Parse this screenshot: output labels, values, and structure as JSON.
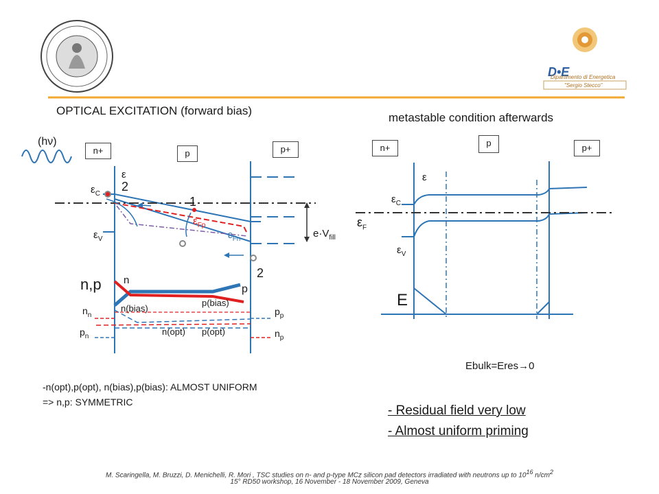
{
  "header": {
    "left_title": "OPTICAL EXCITATION",
    "left_title_paren": "(forward bias)",
    "right_title": "metastable condition afterwards",
    "logo_right_line1": "Dipartimento di Energetica",
    "logo_right_line2": "\"Sergio Stecco\"",
    "logo_right_mark": "D•E"
  },
  "left_diagram": {
    "photon": "(hν)",
    "regions": [
      "n+",
      "p",
      "p+"
    ],
    "eps": "ε",
    "eps_c": "ε",
    "eps_c_sub": "C",
    "eps_v": "ε",
    "eps_v_sub": "V",
    "eps_fp": "ε",
    "eps_fp_sub": "Fp",
    "eps_fn": "ε",
    "eps_fn_sub": "Fn",
    "evfill": "e·V",
    "evfill_sub": "fill",
    "num_2_top": "2",
    "num_1": "1",
    "num_2_bottom": "2"
  },
  "carrier_plot": {
    "axis_label": "n,p",
    "n": "n",
    "p": "p",
    "n_bias": "n(bias)",
    "p_bias": "p(bias)",
    "n_opt": "n(opt)",
    "p_opt": "p(opt)",
    "n_n": "n",
    "n_n_sub": "n",
    "p_n": "p",
    "p_n_sub": "n",
    "p_p": "p",
    "p_p_sub": "p",
    "n_p": "n",
    "n_p_sub": "p"
  },
  "right_diagram": {
    "regions": [
      "n+",
      "p",
      "p+"
    ],
    "eps": "ε",
    "eps_c": "ε",
    "eps_c_sub": "C",
    "eps_f": "ε",
    "eps_f_sub": "F",
    "eps_v": "ε",
    "eps_v_sub": "V",
    "e_label": "E",
    "ebulk": "Ebulk=Eres→0"
  },
  "notes": {
    "line1": "-n(opt),p(opt), n(bias),p(bias): ALMOST UNIFORM",
    "line2": "=> n,p: SYMMETRIC",
    "bullet1": "- Residual field very low",
    "bullet2": "- Almost uniform priming"
  },
  "footer": {
    "line1_a": "M. Scaringella, M. Bruzzi, D. Menichelli, R. Mori , TSC studies on n- and p-type MCz silicon pad detectors irradiated with neutrons up to 10",
    "line1_sup": "16",
    "line1_b": " n/cm",
    "line1_sup2": "2",
    "line2": "15° RD50 workshop, 16 November - 18 November 2009, Geneva"
  },
  "colors": {
    "band": "#2e75b6",
    "red": "#e02020",
    "purple": "#7b5ea7",
    "orange": "#f0a830",
    "gray": "#888888"
  }
}
